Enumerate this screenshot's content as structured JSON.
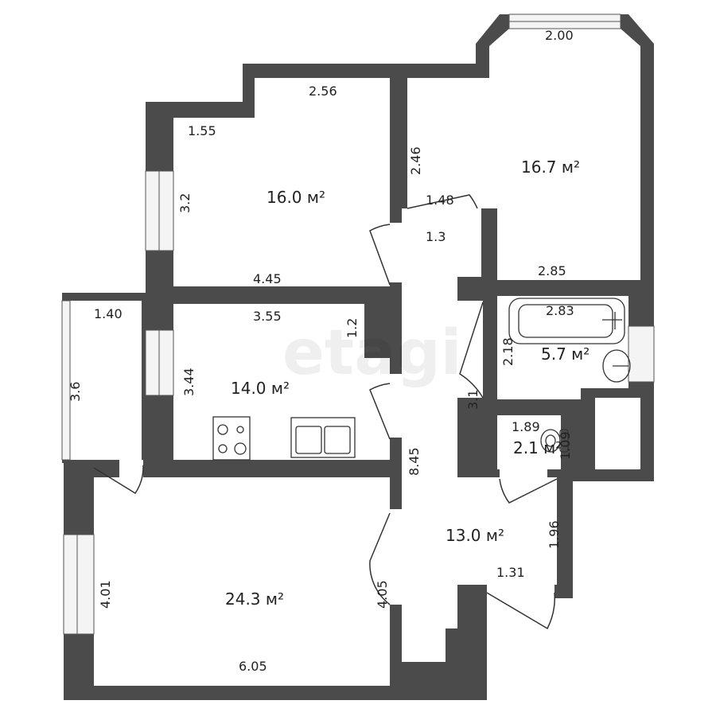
{
  "plan": {
    "watermark": "etagi",
    "rooms": [
      {
        "id": "bedroom-1",
        "area": "16.0 м²"
      },
      {
        "id": "bedroom-2",
        "area": "16.7 м²"
      },
      {
        "id": "kitchen",
        "area": "14.0 м²"
      },
      {
        "id": "bathroom",
        "area": "5.7 м²"
      },
      {
        "id": "wc",
        "area": "2.1 м²"
      },
      {
        "id": "hall",
        "area": "13.0 м²"
      },
      {
        "id": "living-room",
        "area": "24.3 м²"
      }
    ],
    "dimensions": {
      "bay_top": "2.00",
      "bed1_top": "2.56",
      "bed1_corner": "1.55",
      "bed1_left": "3.2",
      "bed1_bottom": "4.45",
      "bed2_left": "2.46",
      "hall_small_top": "1.48",
      "hall_small": "1.3",
      "bed2_bottom": "2.85",
      "balcony_top": "1.40",
      "balcony_left": "3.6",
      "kitchen_top": "3.55",
      "kitchen_notch": "1.2",
      "kitchen_left": "3.44",
      "bath_top": "2.83",
      "bath_left": "2.18",
      "corridor_short": "3.1",
      "corridor_long": "8.45",
      "wc_top": "1.89",
      "wc_side": "1.09",
      "hall_right": "1.96",
      "hall_bottom": "1.31",
      "living_left": "4.01",
      "living_right": "4.05",
      "living_bottom": "6.05"
    }
  }
}
